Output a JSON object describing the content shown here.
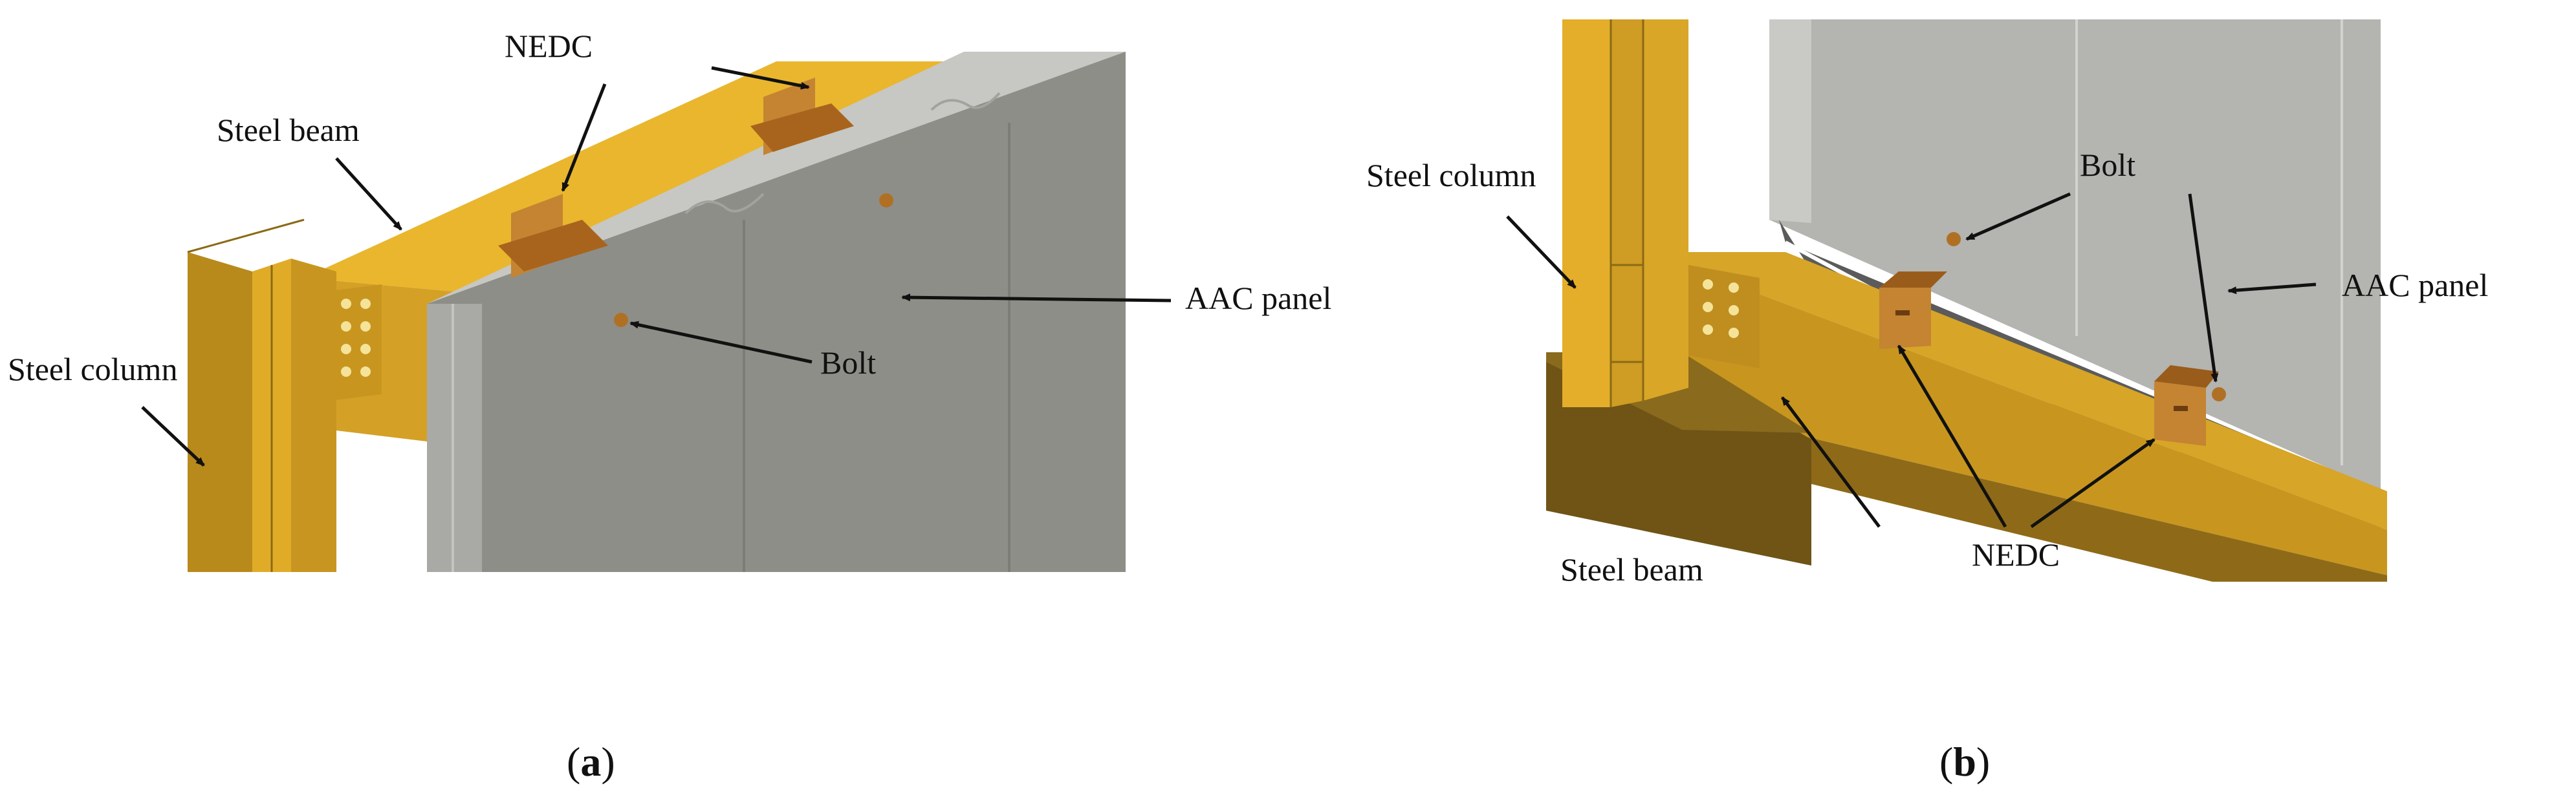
{
  "panels": [
    {
      "caption_open": "(",
      "caption_letter": "a",
      "caption_close": ")",
      "labels": {
        "nedc": "NEDC",
        "steel_beam": "Steel beam",
        "steel_column": "Steel column",
        "aac_panel": "AAC panel",
        "bolt": "Bolt"
      }
    },
    {
      "caption_open": "(",
      "caption_letter": "b",
      "caption_close": ")",
      "labels": {
        "steel_column": "Steel column",
        "bolt": "Bolt",
        "aac_panel": "AAC panel",
        "steel_beam": "Steel beam",
        "nedc": "NEDC"
      }
    }
  ],
  "colors": {
    "steel_yellow": "#e9b62e",
    "steel_dark": "#a87c16",
    "steel_shadow": "#6f5416",
    "aac_gray": "#8e8e88",
    "aac_light": "#c7c7c3",
    "aac_pale": "#b4b4b0",
    "connector_bronze": "#b07024",
    "strip_dark": "#5b5b5b"
  }
}
